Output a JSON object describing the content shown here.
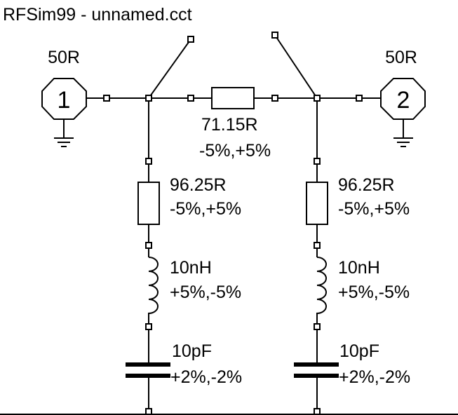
{
  "title": "RFSim99 - unnamed.cct",
  "ports": [
    {
      "number": "1",
      "impedance": "50R"
    },
    {
      "number": "2",
      "impedance": "50R"
    }
  ],
  "components": {
    "series_resistor": {
      "value": "71.15R",
      "tolerance": "-5%,+5%"
    },
    "left_shunt_resistor": {
      "value": "96.25R",
      "tolerance": "-5%,+5%"
    },
    "right_shunt_resistor": {
      "value": "96.25R",
      "tolerance": "-5%,+5%"
    },
    "left_inductor": {
      "value": "10nH",
      "tolerance": "+5%,-5%"
    },
    "right_inductor": {
      "value": "10nH",
      "tolerance": "+5%,-5%"
    },
    "left_capacitor": {
      "value": "10pF",
      "tolerance": "+2%,-2%"
    },
    "right_capacitor": {
      "value": "10pF",
      "tolerance": "+2%,-2%"
    }
  }
}
